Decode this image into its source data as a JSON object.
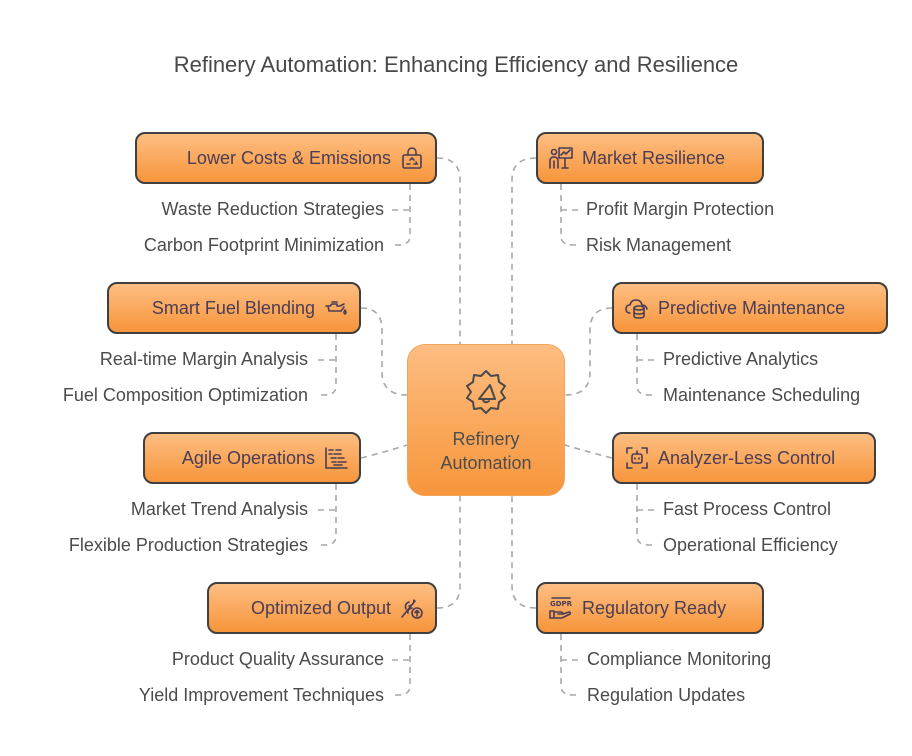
{
  "title": "Refinery Automation: Enhancing Efficiency and Resilience",
  "center": {
    "label_line1": "Refinery",
    "label_line2": "Automation",
    "icon": "gear-megaphone-icon"
  },
  "colors": {
    "node_fill_top": "#fdbe82",
    "node_fill_bottom": "#f7953b",
    "node_border": "#3f3f3f",
    "connector": "#a8a8a8",
    "text": "#4b4b4b"
  },
  "branches": [
    {
      "label": "Lower Costs & Emissions",
      "icon": "recycle-bag-icon",
      "side": "left",
      "items": [
        "Waste Reduction Strategies",
        "Carbon Footprint Minimization"
      ]
    },
    {
      "label": "Smart Fuel Blending",
      "icon": "oil-can-icon",
      "side": "left",
      "items": [
        "Real-time Margin Analysis",
        "Fuel Composition Optimization"
      ]
    },
    {
      "label": "Agile Operations",
      "icon": "gantt-chart-icon",
      "side": "left",
      "items": [
        "Market Trend Analysis",
        "Flexible Production Strategies"
      ]
    },
    {
      "label": "Optimized Output",
      "icon": "wheat-arrow-up-icon",
      "side": "left",
      "items": [
        "Product Quality Assurance",
        "Yield Improvement Techniques"
      ]
    },
    {
      "label": "Market Resilience",
      "icon": "presenter-chart-icon",
      "side": "right",
      "items": [
        "Profit Margin Protection",
        "Risk Management"
      ]
    },
    {
      "label": "Predictive Maintenance",
      "icon": "cloud-database-icon",
      "side": "right",
      "items": [
        "Predictive Analytics",
        "Maintenance Scheduling"
      ]
    },
    {
      "label": "Analyzer-Less Control",
      "icon": "robot-scan-icon",
      "side": "right",
      "items": [
        "Fast Process Control",
        "Operational Efficiency"
      ]
    },
    {
      "label": "Regulatory Ready",
      "icon": "gdpr-hand-icon",
      "side": "right",
      "items": [
        "Compliance Monitoring",
        "Regulation Updates"
      ]
    }
  ]
}
